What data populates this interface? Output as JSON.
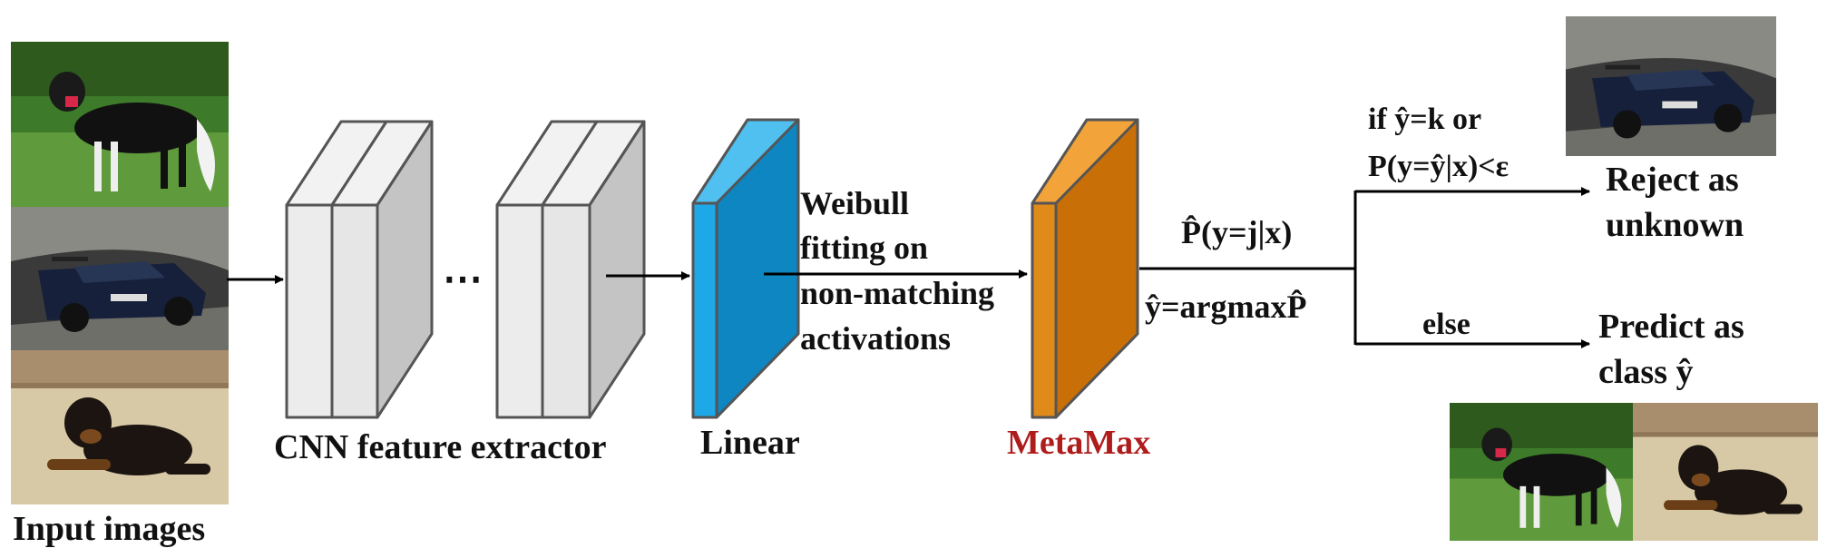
{
  "labels": {
    "input_images": "Input images",
    "cnn": "CNN feature extractor",
    "ellipsis": "⋯",
    "linear": "Linear",
    "weibull": [
      "Weibull",
      "fitting on",
      "non-matching",
      "activations"
    ],
    "metamax": "MetaMax",
    "p_hat": "P̂(y=j|x)",
    "y_hat_eq": "ŷ=argmaxP̂",
    "condition": [
      "if ŷ=k or",
      "P(y=ŷ|x)<ε"
    ],
    "else": "else",
    "reject": [
      "Reject as",
      "unknown"
    ],
    "predict": [
      "Predict as",
      "class ŷ"
    ]
  },
  "images": {
    "input": [
      "dog-border-collie",
      "race-car",
      "dog-rottweiler"
    ],
    "rejected": "race-car",
    "predicted": [
      "dog-border-collie",
      "dog-rottweiler"
    ]
  },
  "colors": {
    "linear_layer": "#1f9bd7",
    "metamax_layer": "#d47a0b",
    "cnn_layer": "#d4d4d4",
    "metamax_text": "#b01c1c"
  }
}
